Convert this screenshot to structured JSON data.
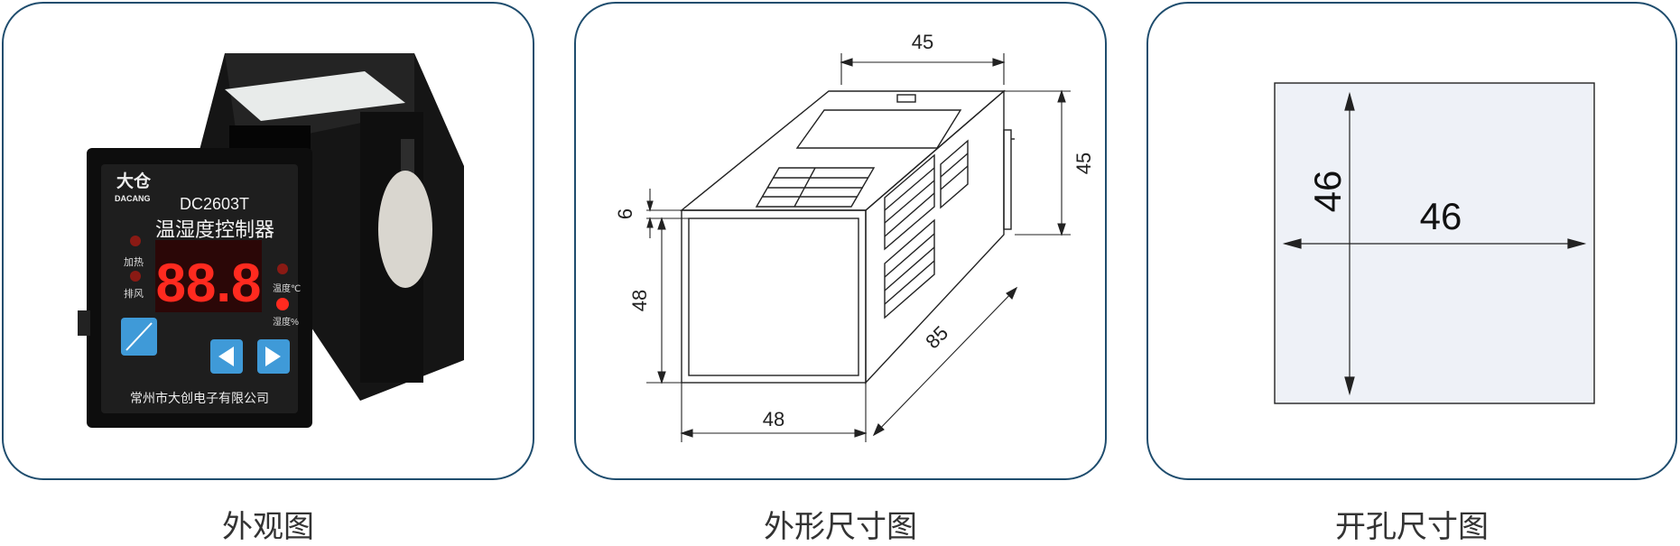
{
  "panels": [
    {
      "caption": "外观图",
      "device": {
        "logo_cn": "大仓",
        "logo_en": "DACANG",
        "model": "DC2603T",
        "title": "温湿度控制器",
        "display": "88.8",
        "led_heat": "加热",
        "led_fan": "排风",
        "led_temp": "温度℃",
        "led_hum": "湿度%",
        "maker": "常州市大创电子有限公司",
        "colors": {
          "body": "#1b1b1b",
          "display_red": "#ff2a1f",
          "button_blue": "#3f9ad8"
        }
      }
    },
    {
      "caption": "外形尺寸图",
      "dimensions": {
        "top_width": "45",
        "height": "45",
        "bezel": "6",
        "front_height": "48",
        "front_width": "48",
        "depth": "85"
      }
    },
    {
      "caption": "开孔尺寸图",
      "cutout": {
        "height": "46",
        "width": "46",
        "fill": "#eef1f7"
      }
    }
  ]
}
